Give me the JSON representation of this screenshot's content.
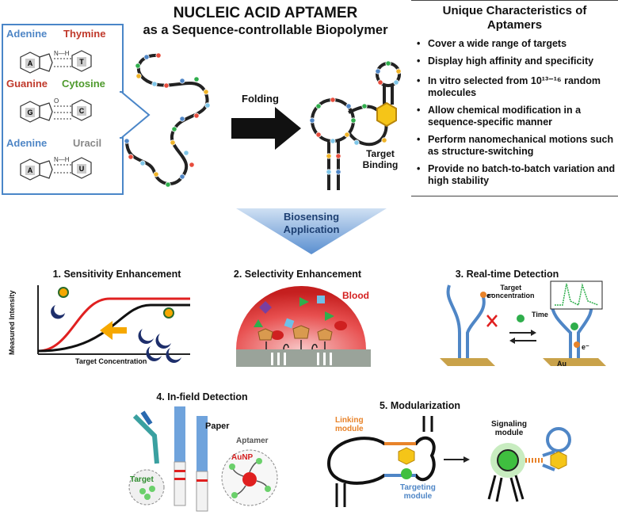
{
  "title": {
    "line1": "NUCLEIC ACID APTAMER",
    "line2": "as a Sequence-controllable Biopolymer"
  },
  "characteristics": {
    "heading_line1": "Unique Characteristics of",
    "heading_line2": "Aptamers",
    "items": [
      "Cover a wide range of targets",
      "Display high affinity and specificity",
      "In vitro selected from 10¹³⁻¹⁶ random molecules",
      "Allow chemical modification in a sequence-specific manner",
      "Perform nanomechanical motions such as structure-switching",
      "Provide no batch-to-batch variation and high stability"
    ]
  },
  "base_pairs": {
    "pair1": {
      "left": "Adenine",
      "right": "Thymine",
      "left_letter": "A",
      "right_letter": "T"
    },
    "pair2": {
      "left": "Guanine",
      "right": "Cytosine",
      "left_letter": "G",
      "right_letter": "C"
    },
    "pair3": {
      "left": "Adenine",
      "right": "Uracil",
      "left_letter": "A",
      "right_letter": "U"
    }
  },
  "folding": {
    "label": "Folding",
    "target_binding_line1": "Target",
    "target_binding_line2": "Binding"
  },
  "banner": {
    "line1": "Biosensing",
    "line2": "Application"
  },
  "sections": {
    "s1": {
      "title": "1. Sensitivity Enhancement",
      "ylabel": "Measured Intensity",
      "xlabel": "Target Concentration"
    },
    "s2": {
      "title": "2. Selectivity Enhancement",
      "blood": "Blood"
    },
    "s3": {
      "title": "3. Real-time Detection",
      "target_line1": "Target",
      "target_line2": "concentration",
      "time": "Time",
      "electron": "e⁻",
      "au": "Au"
    },
    "s4": {
      "title": "4. In-field Detection",
      "paper": "Paper",
      "aptamer": "Aptamer",
      "aunp": "AuNP",
      "target": "Target"
    },
    "s5": {
      "title": "5. Modularization",
      "linking_line1": "Linking",
      "linking_line2": "module",
      "signaling_line1": "Signaling",
      "signaling_line2": "module",
      "targeting_line1": "Targeting",
      "targeting_line2": "module"
    }
  },
  "colors": {
    "blue": "#4f86c6",
    "red": "#c0392b",
    "green": "#4e9a2c",
    "orange": "#e8832a",
    "gold": "#f0b429"
  }
}
